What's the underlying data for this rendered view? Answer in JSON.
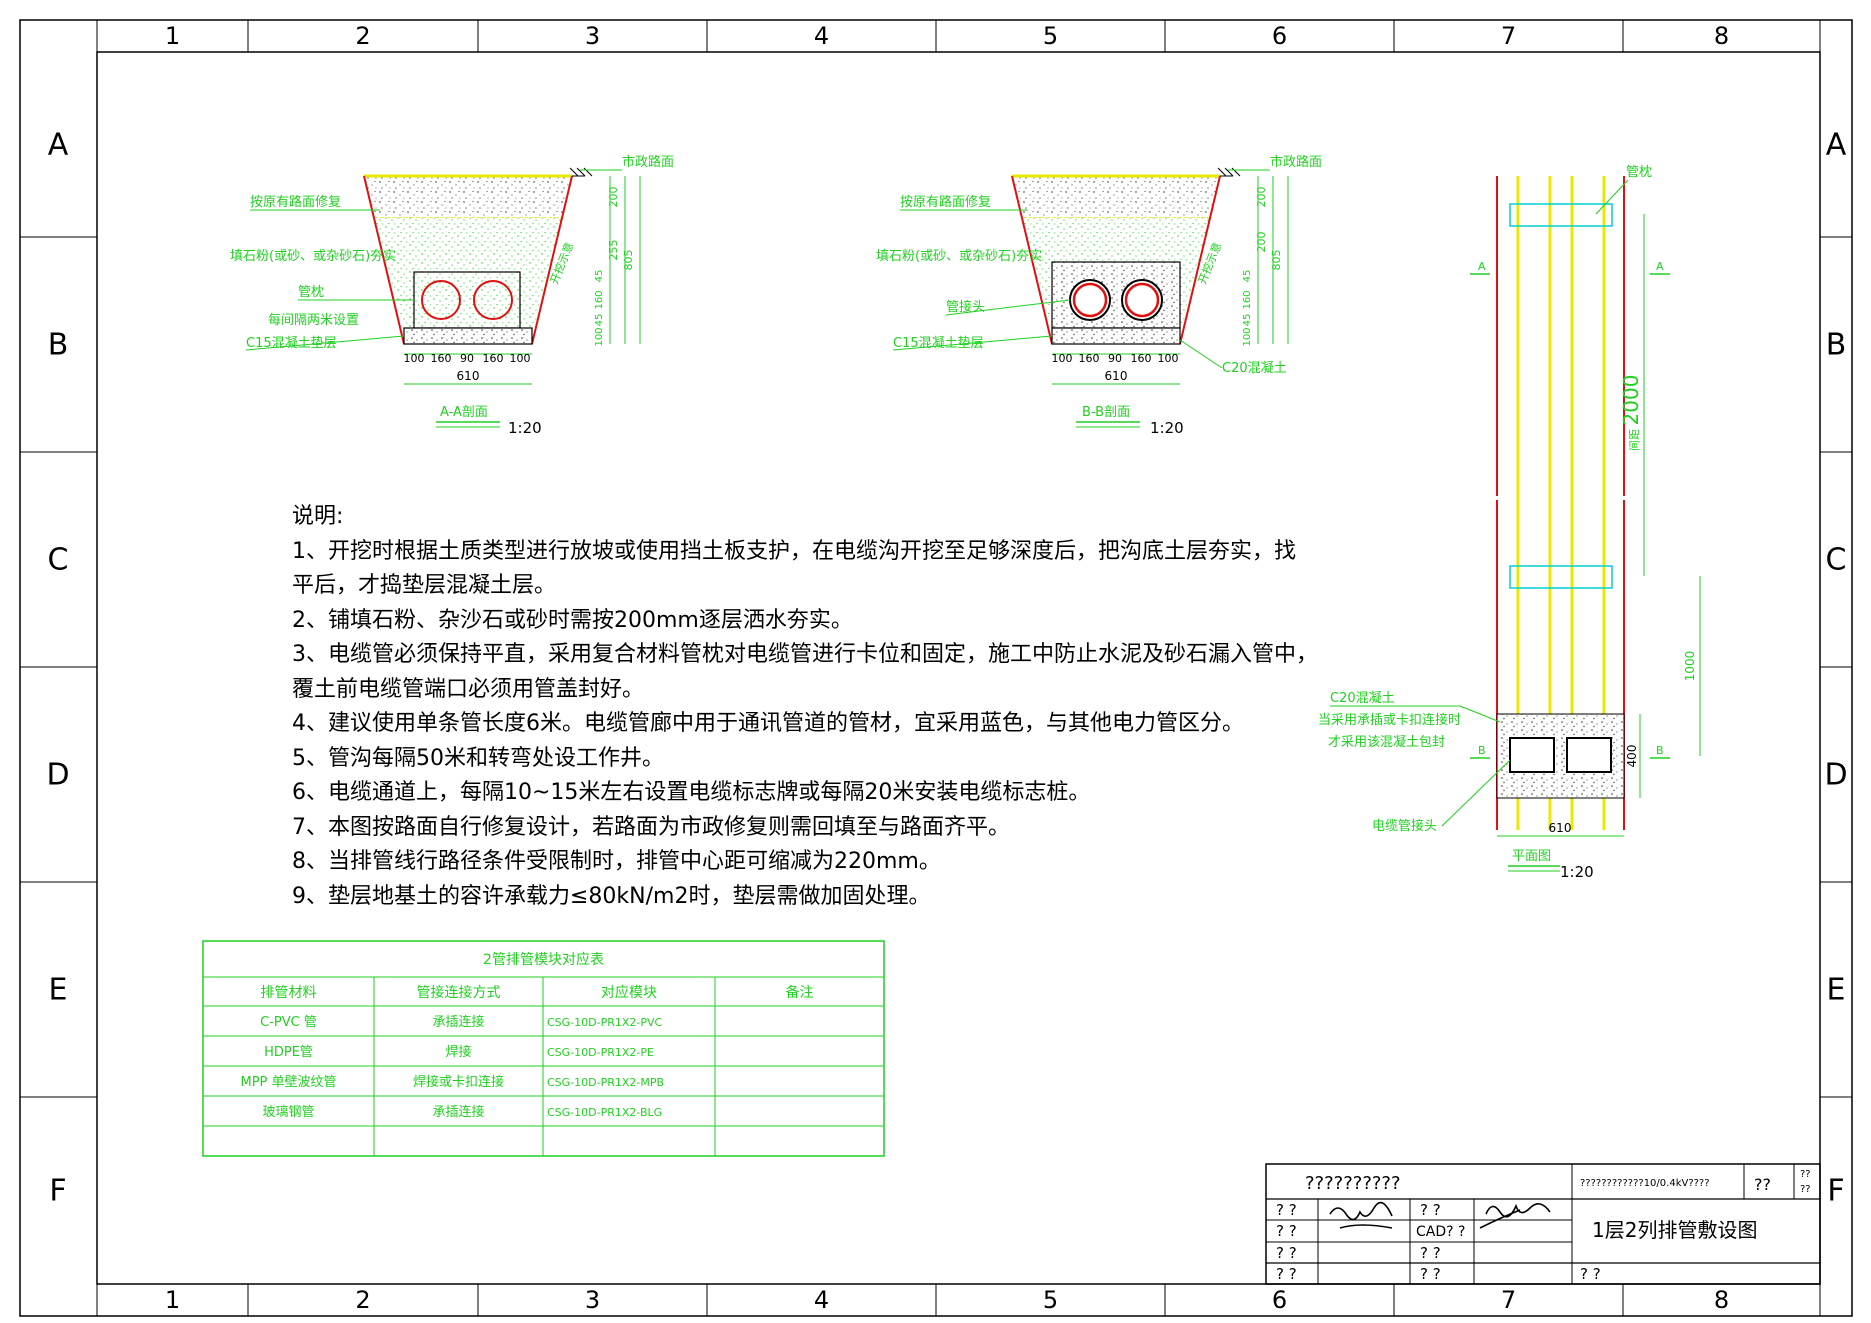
{
  "border": {
    "columns": [
      "1",
      "2",
      "3",
      "4",
      "5",
      "6",
      "7",
      "8"
    ],
    "rows": [
      "A",
      "B",
      "C",
      "D",
      "E",
      "F"
    ]
  },
  "section_aa": {
    "road_label": "市政路面",
    "restore_label": "按原有路面修复",
    "fill_label": "填石粉(或砂、或杂砂石)夯实",
    "pillow_label": "管枕",
    "pillow_note": "每间隔两米设置",
    "c15_label": "C15混凝土垫层",
    "slope_label": "开挖示意",
    "dims_right": [
      "200",
      "255",
      "805",
      "45",
      "160",
      "45",
      "100"
    ],
    "dims_bottom": [
      "100",
      "160",
      "90",
      "160",
      "100"
    ],
    "width_total": "610",
    "title": "A-A剖面",
    "scale": "1:20"
  },
  "section_bb": {
    "road_label": "市政路面",
    "restore_label": "按原有路面修复",
    "fill_label": "填石粉(或砂、或杂砂石)夯实",
    "joint_label": "管接头",
    "c15_label": "C15混凝土垫层",
    "c20_label": "C20混凝土",
    "slope_label": "开挖示意",
    "dims_right": [
      "200",
      "200",
      "805",
      "45",
      "160",
      "45",
      "100"
    ],
    "dims_bottom": [
      "100",
      "160",
      "90",
      "160",
      "100"
    ],
    "width_total": "610",
    "title": "B-B剖面",
    "scale": "1:20"
  },
  "plan": {
    "pillow_label": "管枕",
    "spacing_dim": "2000",
    "spacing_prefix": "间距",
    "dim_1000": "1000",
    "dim_400": "400",
    "width": "610",
    "c20_label": "C20混凝土",
    "c20_note1": "当采用承插或卡扣连接时",
    "c20_note2": "才采用该混凝土包封",
    "joint_label": "电缆管接头",
    "section_a": "A",
    "section_b": "B",
    "title": "平面图",
    "scale": "1:20"
  },
  "notes": {
    "title": "说明:",
    "lines": [
      "1、开挖时根据土质类型进行放坡或使用挡土板支护，在电缆沟开挖至足够深度后，把沟底土层夯实，找",
      "平后，才捣垫层混凝土层。",
      "2、铺填石粉、杂沙石或砂时需按200mm逐层洒水夯实。",
      "3、电缆管必须保持平直，采用复合材料管枕对电缆管进行卡位和固定，施工中防止水泥及砂石漏入管中，",
      "覆土前电缆管端口必须用管盖封好。",
      "4、建议使用单条管长度6米。电缆管廊中用于通讯管道的管材，宜采用蓝色，与其他电力管区分。",
      "5、管沟每隔50米和转弯处设工作井。",
      "6、电缆通道上，每隔10~15米左右设置电缆标志牌或每隔20米安装电缆标志桩。",
      "7、本图按路面自行修复设计，若路面为市政修复则需回填至与路面齐平。",
      "8、当排管线行路径条件受限制时，排管中心距可缩减为220mm。",
      "9、垫层地基土的容许承载力≤80kN/m2时，垫层需做加固处理。"
    ]
  },
  "table": {
    "title": "2管排管模块对应表",
    "headers": [
      "排管材料",
      "管接连接方式",
      "对应模块",
      "备注"
    ],
    "rows": [
      [
        "C-PVC  管",
        "承插连接",
        "CSG-10D-PR1X2-PVC",
        ""
      ],
      [
        "HDPE管",
        "焊接",
        "CSG-10D-PR1X2-PE",
        ""
      ],
      [
        "MPP 单壁波纹管",
        "焊接或卡扣连接",
        "CSG-10D-PR1X2-MPB",
        ""
      ],
      [
        "玻璃钢管",
        "承插连接",
        "CSG-10D-PR1X2-BLG",
        ""
      ],
      [
        "",
        "",
        "",
        ""
      ]
    ]
  },
  "titleblock": {
    "company": "??????????",
    "project": "????????????10/0.4kV????",
    "q_top1": "??",
    "q_top2": "??",
    "q_top3": "??",
    "q_cells": [
      "? ?",
      "? ?",
      "? ?",
      "? ?"
    ],
    "q_mid": [
      "? ?",
      "CAD? ?",
      "? ?",
      "? ?"
    ],
    "drawing_title": "1层2列排管敷设图",
    "bottom_q": "? ?"
  },
  "colors": {
    "green": "#1fd11f",
    "red": "#e01010",
    "yellow": "#e8e800",
    "cyan": "#00d0d0",
    "black": "#000000"
  }
}
